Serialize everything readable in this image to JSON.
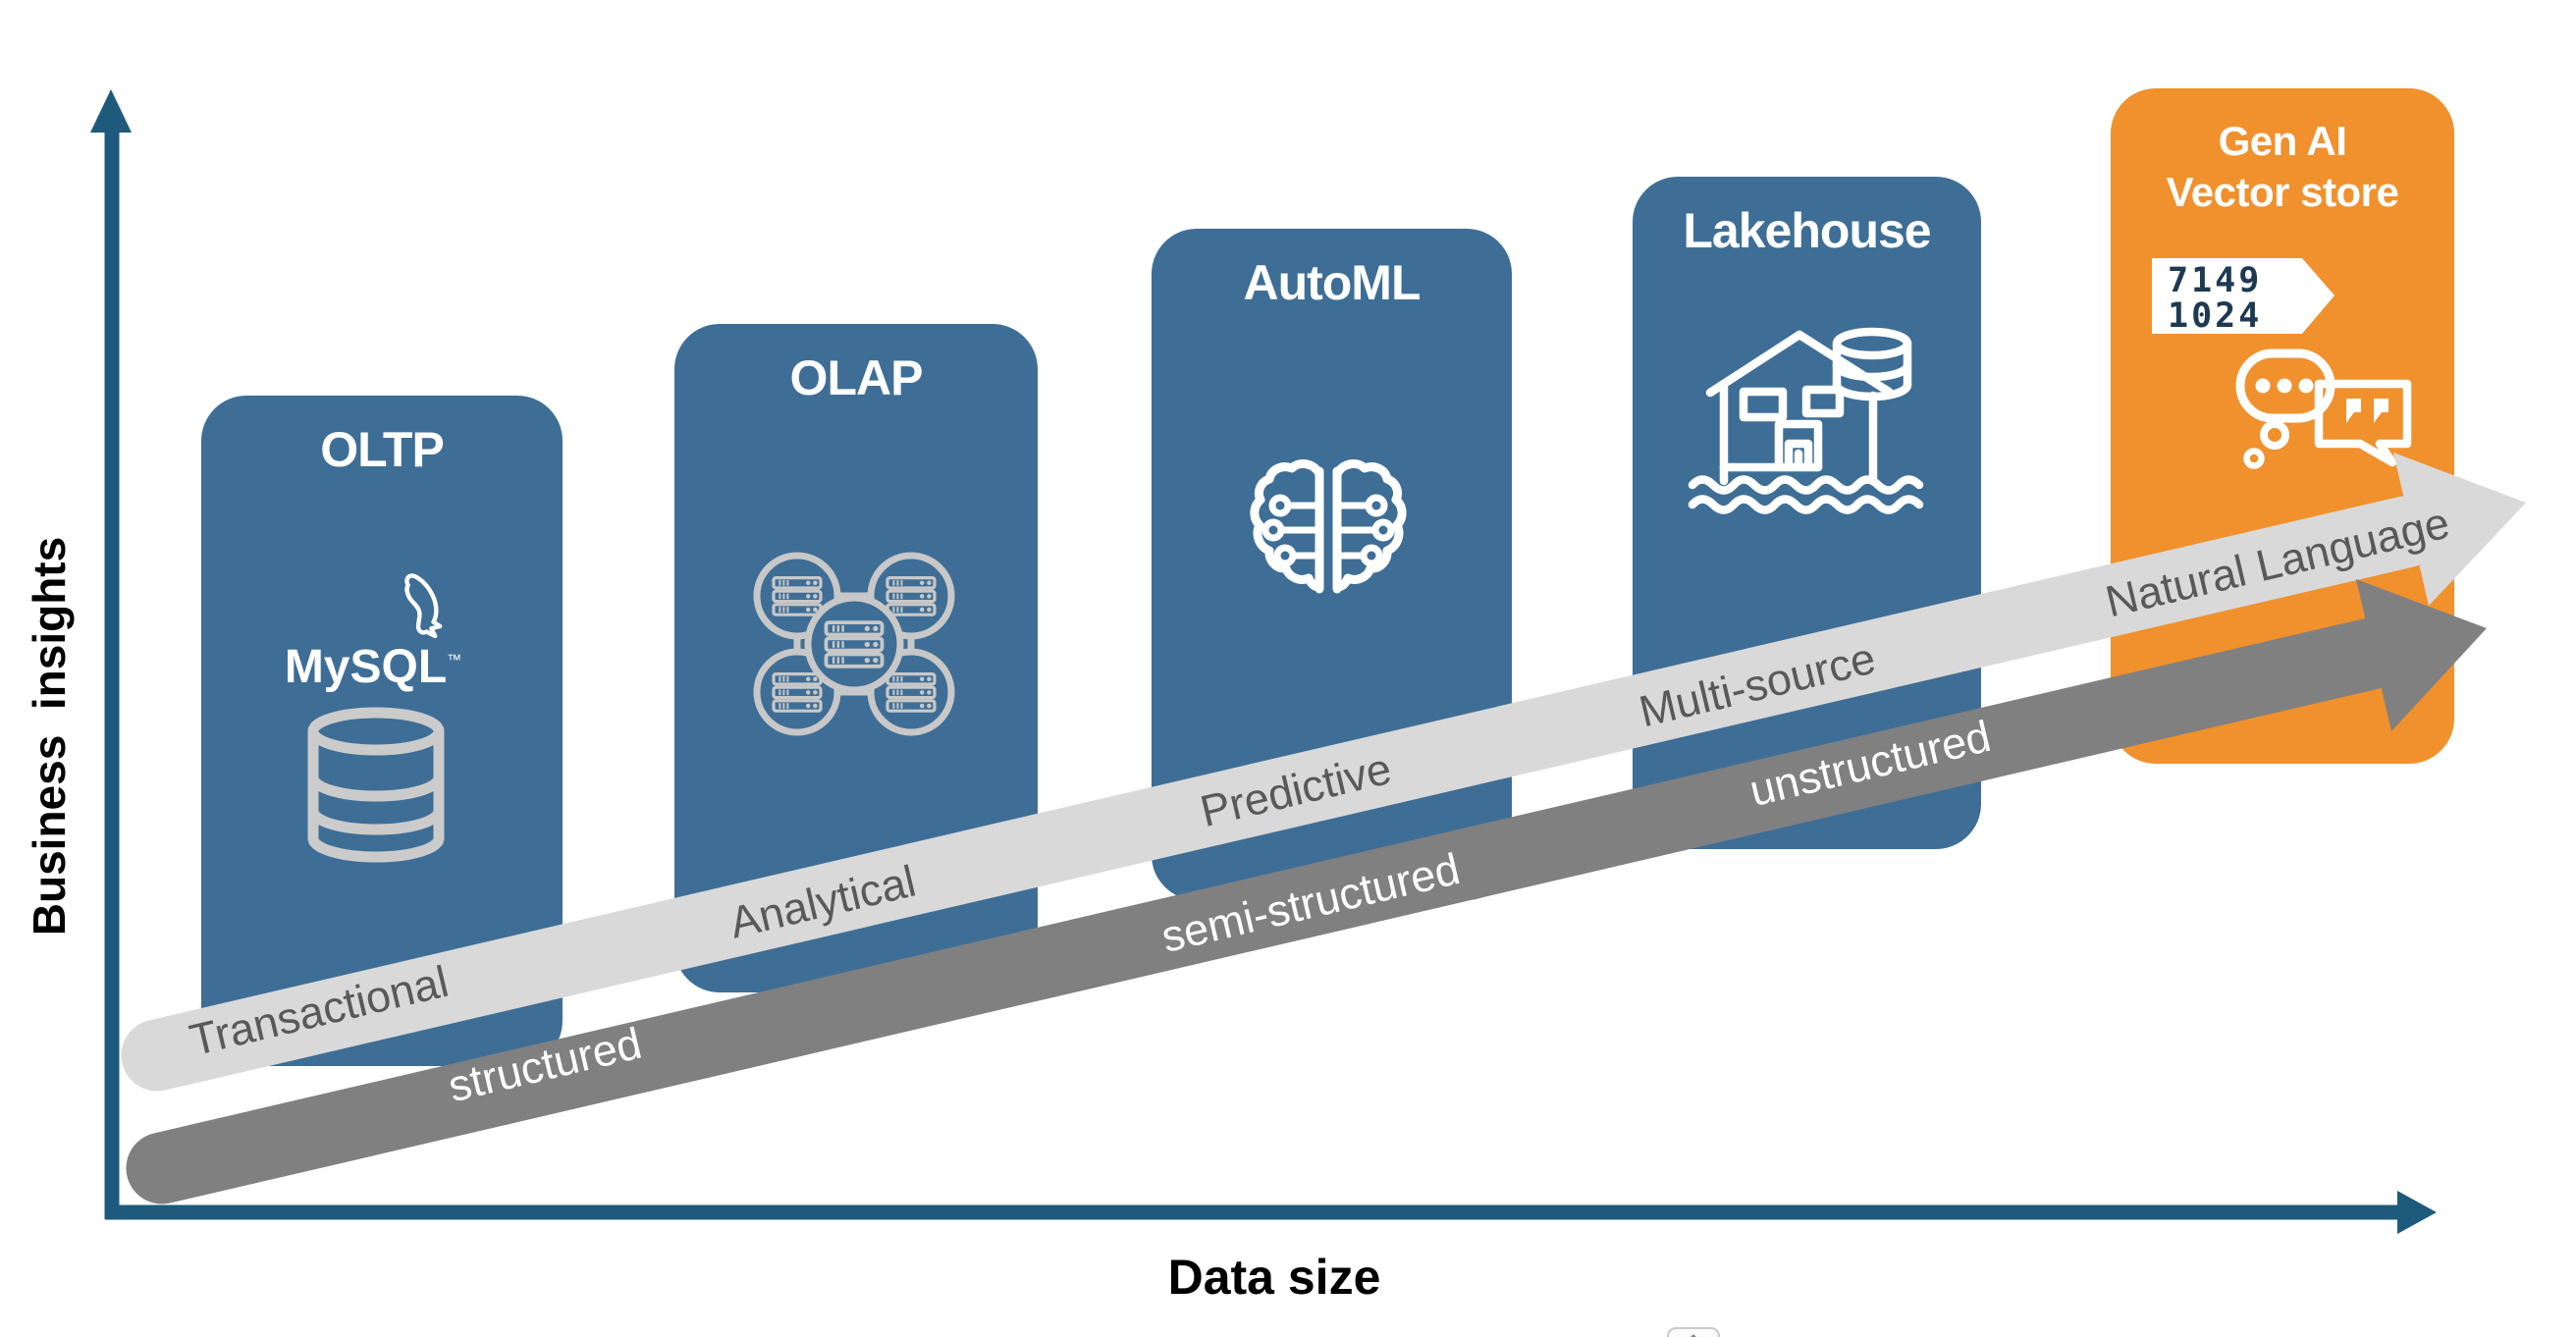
{
  "palette": {
    "card_blue": "#3E6E96",
    "card_orange": "#F0912D",
    "axis_teal": "#1D5A7C",
    "band_light": "#D9D9D9",
    "band_dark": "#808080",
    "band_light_text": "#595959",
    "band_dark_text": "#FFFFFF",
    "vector_text": "#1D3A52",
    "icon_gray": "#CBCBCB"
  },
  "axes": {
    "y_label": "Business  insights",
    "x_label": "Data size"
  },
  "cards": [
    {
      "title": "OLTP",
      "wordmark": "MySQL",
      "trademark": "™",
      "icons": [
        "mysql-dolphin-icon",
        "database-cylinder-icon"
      ]
    },
    {
      "title": "OLAP",
      "icons": [
        "server-cluster-icon"
      ]
    },
    {
      "title": "AutoML",
      "icons": [
        "brain-circuit-icon"
      ]
    },
    {
      "title": "Lakehouse",
      "icons": [
        "lakehouse-icon"
      ]
    },
    {
      "title": "Gen AI",
      "title_line2": "Vector store",
      "vector_values": [
        "7149",
        "1024"
      ],
      "icons": [
        "vector-dimensions-tag",
        "chat-bubbles-icon"
      ]
    }
  ],
  "arrows": [
    {
      "name": "insights-arrow",
      "labels": [
        "Transactional",
        "Analytical",
        "Predictive",
        "Multi-source",
        "Natural Language"
      ]
    },
    {
      "name": "data-arrow",
      "labels": [
        "structured",
        "semi-structured",
        "unstructured"
      ]
    }
  ],
  "overlay_button": {
    "icon": "upload-icon"
  }
}
